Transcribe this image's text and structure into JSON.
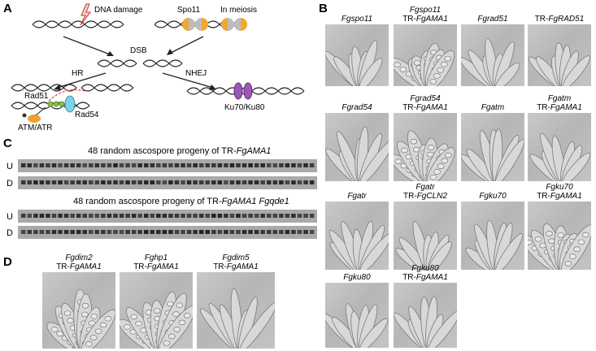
{
  "panels": {
    "A": {
      "label": "A",
      "dna_damage": "DNA damage",
      "spo11": "Spo11",
      "in_meiosis": "In meiosis",
      "dsb": "DSB",
      "hr": "HR",
      "nhej": "NHEJ",
      "rad51": "Rad51",
      "rad54": "Rad54",
      "atm_atr": "ATM/ATR",
      "ku": "Ku70/Ku80",
      "colors": {
        "spo11": "#f0a830",
        "rad54": "#7fd3e6",
        "atm": "#f0a030",
        "ku": "#9b59b6",
        "rad51": "#8bc34a"
      }
    },
    "B": {
      "label": "B",
      "images": [
        {
          "line1": "Fgspo11",
          "line2": ""
        },
        {
          "line1": "Fgspo11",
          "line2": "TR-FgAMA1"
        },
        {
          "line1": "Fgrad51",
          "line2": ""
        },
        {
          "line1": "TR-FgRAD51",
          "line2": ""
        },
        {
          "line1": "Fgrad54",
          "line2": ""
        },
        {
          "line1": "Fgrad54",
          "line2": "TR-FgAMA1"
        },
        {
          "line1": "Fgatm",
          "line2": ""
        },
        {
          "line1": "Fgatm",
          "line2": "TR-FgAMA1"
        },
        {
          "line1": "Fgatr",
          "line2": ""
        },
        {
          "line1": "Fgatr",
          "line2": "TR-FgCLN2"
        },
        {
          "line1": "Fgku70",
          "line2": ""
        },
        {
          "line1": "Fgku70",
          "line2": "TR-FgAMA1"
        },
        {
          "line1": "Fgku80",
          "line2": ""
        },
        {
          "line1": "Fgku80",
          "line2": "TR-FgAMA1"
        }
      ]
    },
    "C": {
      "label": "C",
      "title1": "48 random ascospore progeny of TR-FgAMA1",
      "title2": "48 random ascospore progeny of TR-FgAMA1 Fgqde1",
      "row_u": "U",
      "row_d": "D"
    },
    "D": {
      "label": "D",
      "images": [
        {
          "line1": "Fgdim2",
          "line2": "TR-FgAMA1"
        },
        {
          "line1": "Fghp1",
          "line2": "TR-FgAMA1"
        },
        {
          "line1": "Fgdim5",
          "line2": "TR-FgAMA1"
        }
      ]
    }
  }
}
